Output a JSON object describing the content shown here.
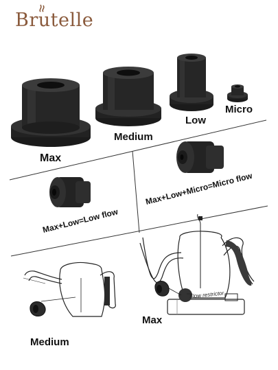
{
  "brand": {
    "name": "Brutelle"
  },
  "labels": {
    "max": "Max",
    "medium": "Medium",
    "low": "Low",
    "micro": "Micro",
    "combo_low": "Max+Low=Low flow",
    "combo_micro": "Max+Low+Micro=Micro flow",
    "flow_restrictor": "Flow restrictor",
    "kettle_medium": "Medium",
    "kettle_max": "Max"
  }
}
